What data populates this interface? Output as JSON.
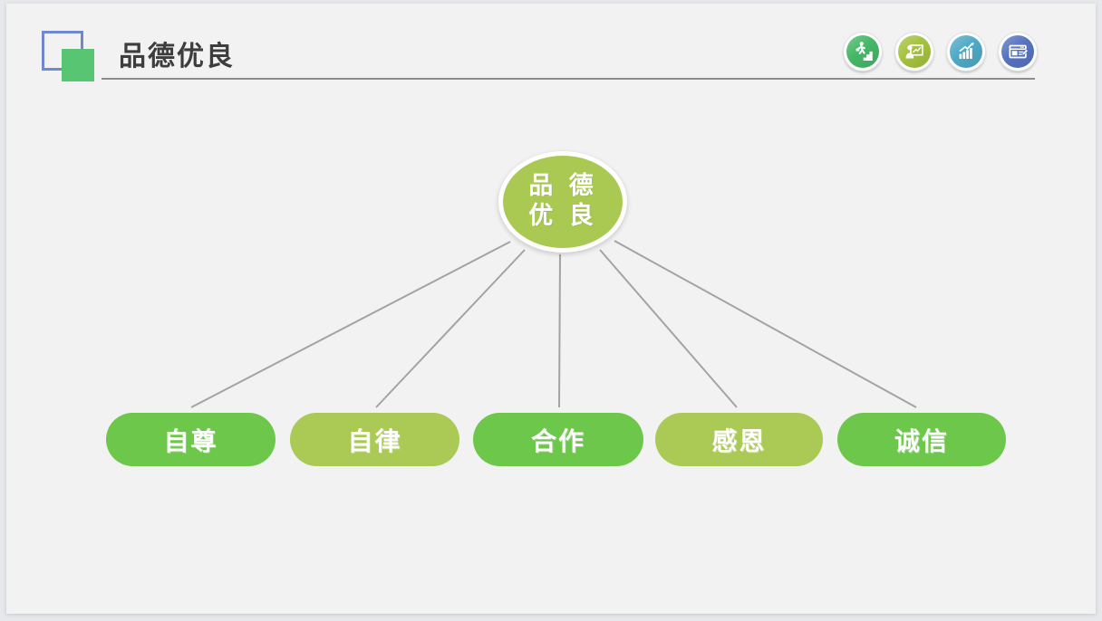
{
  "header": {
    "title": "品德优良",
    "icons": [
      {
        "name": "person-climbing-stairs-icon",
        "color": "#45b767"
      },
      {
        "name": "presenter-with-chart-icon",
        "color": "#a4c23e"
      },
      {
        "name": "growth-bar-chart-icon",
        "color": "#4fa9c5"
      },
      {
        "name": "browser-edit-icon",
        "color": "#5673c0"
      }
    ]
  },
  "hub": {
    "line1": "品 德",
    "line2": "优 良",
    "color": "#a9c953"
  },
  "pills": [
    {
      "label": "自尊",
      "color": "#6dc74a"
    },
    {
      "label": "自律",
      "color": "#aaca55"
    },
    {
      "label": "合作",
      "color": "#6dc74a"
    },
    {
      "label": "感恩",
      "color": "#aaca55"
    },
    {
      "label": "诚信",
      "color": "#6dc74a"
    }
  ],
  "accents": {
    "blue_square": "#6e89cf",
    "green_square": "#57c571",
    "underline": "#8d8d8d",
    "connector": "#a3a3a3",
    "title_color": "#3d3d3d"
  }
}
